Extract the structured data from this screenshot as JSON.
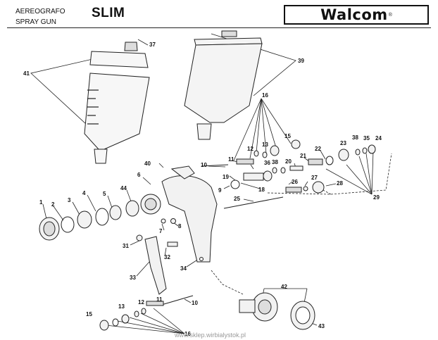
{
  "header": {
    "line1": "AEREOGRAFO",
    "line2": "SPRAY GUN",
    "model": "SLIM",
    "brand": "Walcom",
    "brand_mark": "®"
  },
  "footer": {
    "url": "www.sklep.wirbialystok.pl"
  },
  "labels": [
    "1",
    "2",
    "3",
    "4",
    "5",
    "6",
    "7",
    "8",
    "9",
    "10",
    "11",
    "12",
    "13",
    "15",
    "16",
    "18",
    "19",
    "20",
    "21",
    "22",
    "23",
    "24",
    "25",
    "26",
    "27",
    "28",
    "29",
    "31",
    "32",
    "33",
    "34",
    "35",
    "36",
    "37",
    "38",
    "39",
    "40",
    "41",
    "42",
    "43",
    "44"
  ],
  "colors": {
    "line": "#222222",
    "part": "#f2f2f2",
    "dark": "#333333"
  }
}
